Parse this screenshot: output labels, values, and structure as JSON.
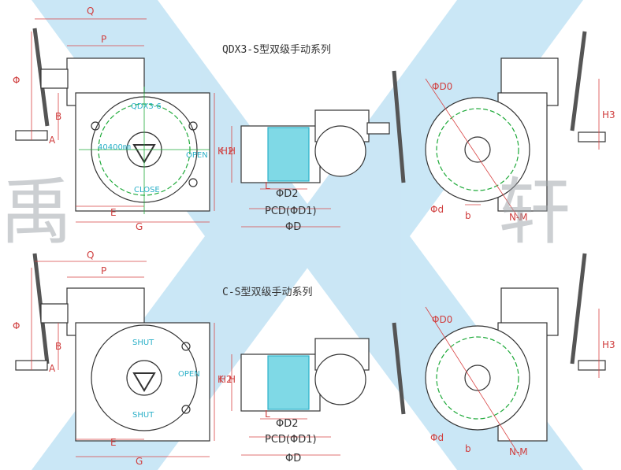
{
  "titles": {
    "top": "QDX3-S型双级手动系列",
    "bottom": "C-S型双级手动系列"
  },
  "watermark": {
    "left_char": "禹",
    "right_char": "轩"
  },
  "colors": {
    "watermark_blue": "#9fd3ee",
    "dimension_red": "#d94545",
    "centerline_green": "#1faa3a",
    "body_outline": "#333333",
    "label_cyan": "#2bb0c8"
  },
  "dimension_labels": {
    "Q": "Q",
    "P": "P",
    "phi": "Φ",
    "B": "B",
    "A": "A",
    "K": "K",
    "E": "E",
    "G": "G",
    "H": "H",
    "H2": "H2",
    "L": "L",
    "D2": "ΦD2",
    "PCD": "PCD(ΦD1)",
    "D": "ΦD",
    "D0": "ΦD0",
    "H3": "H3",
    "d": "Φd",
    "b": "b",
    "NM": "N-M"
  },
  "dial_labels": {
    "model": "QDX3-6",
    "open": "OPEN",
    "close": "CLOSE",
    "turns": "40400㎜",
    "shut_top": "SHUT",
    "shut_bottom": "SHUT",
    "open_bottom": "OPEN"
  }
}
